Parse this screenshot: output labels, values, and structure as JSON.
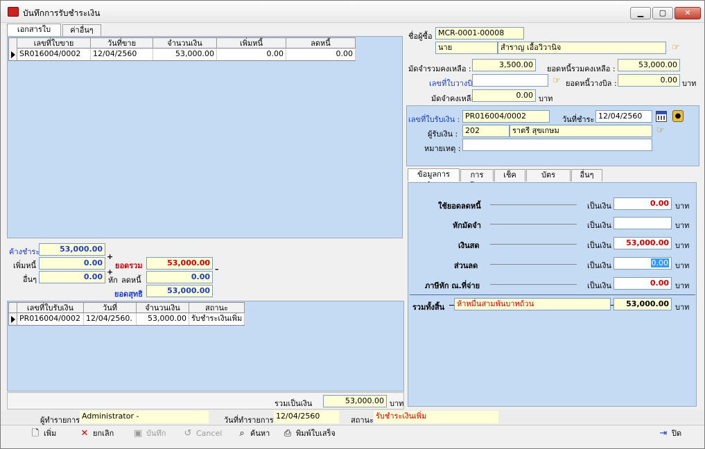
{
  "window": {
    "title": "บันทึกการรับชำระเงิน"
  },
  "left_tabs": [
    "เอกสารใบขาย",
    "ค่าอื่นๆ"
  ],
  "invoice_grid": {
    "columns": [
      "เลขที่ใบขาย",
      "วันที่ขาย",
      "จำนวนเงิน",
      "เพิ่มหนี้",
      "ลดหนี้"
    ],
    "rows": [
      [
        "SR016004/0002",
        "12/04/2560",
        "53,000.00",
        "0.00",
        "0.00"
      ]
    ]
  },
  "summary": {
    "outstanding_label": "ค้างชำระ",
    "outstanding_value": "53,000.00",
    "add_debt_label": "เพิ่มหนี้",
    "add_debt_value": "0.00",
    "other_label": "อื่นๆ",
    "other_value": "0.00",
    "plus1": "+",
    "plus2": "+",
    "minus": "–",
    "total_label": "ยอดรวม",
    "total_value": "53,000.00",
    "deduct_label": "หัก",
    "reduce_label": "ลดหนี้",
    "reduce_value": "0.00",
    "net_label": "ยอดสุทธิ",
    "net_value": "53,000.00"
  },
  "receipt_grid": {
    "columns": [
      "เลขที่ใบรับเงิน",
      "วันที่",
      "จำนวนเงิน",
      "สถานะ"
    ],
    "rows": [
      [
        "PR016004/0002",
        "12/04/2560.",
        "53,000.00",
        "รับชำระเงินเพิ่ม"
      ]
    ]
  },
  "grand_total": {
    "label": "รวมเป็นเงิน",
    "value": "53,000.00",
    "unit": "บาท"
  },
  "customer": {
    "id_label": "ชื่อผู้ซื้อ :",
    "id_value": "MCR-0001-00008",
    "title_value": "นาย",
    "name_value": "สำราญ เอื้อวิวานิจ",
    "deposit_label": "มัดจำรวมคงเหลือ :",
    "deposit_value": "3,500.00",
    "debt_label": "ยอดหนี้รวมคงเหลือ :",
    "debt_value": "53,000.00",
    "billing_label": "เลขที่ใบวางบิล :",
    "billing_value": "",
    "billing_debt_label": "ยอดหนี้วางบิล :",
    "billing_debt_value": "0.00",
    "billing_debt_unit": "บาท",
    "deposit_remain_label": "มัดจำคงเหลือ :",
    "deposit_remain_value": "0.00",
    "deposit_remain_unit": "บาท"
  },
  "receipt": {
    "no_label": "เลขที่ใบรับเงิน :",
    "no_value": "PR016004/0002",
    "date_label": "วันที่ชำระ :",
    "date_value": "12/04/2560",
    "receiver_label": "ผู้รับเงิน :",
    "receiver_code": "202",
    "receiver_name": "ราตรี สุขเกษม",
    "note_label": "หมายเหตุ :",
    "note_value": ""
  },
  "payment_tabs": [
    "ข้อมูลการชำระ",
    "การโอน",
    "เช็ค",
    "บัตรเครดิต",
    "อื่นๆ"
  ],
  "payment": {
    "rows": [
      {
        "label": "ใช้ยอดลดหนี้",
        "mid": "เป็นเงิน",
        "value": "0.00",
        "unit": "บาท"
      },
      {
        "label": "หักมัดจำ",
        "mid": "เป็นเงิน",
        "value": "",
        "unit": "บาท"
      },
      {
        "label": "เงินสด",
        "mid": "เป็นเงิน",
        "value": "53,000.00",
        "unit": "บาท"
      },
      {
        "label": "ส่วนลด",
        "mid": "เป็นเงิน",
        "value": "0.00",
        "unit": "บาท"
      },
      {
        "label": "ภาษีหัก ณ.ที่จ่าย",
        "mid": "เป็นเงิน",
        "value": "0.00",
        "unit": "บาท"
      }
    ],
    "total_label": "รวมทั้งสิ้น",
    "total_text": "ห้าหมื่นสามพันบาทถ้วน",
    "total_value": "53,000.00",
    "total_unit": "บาท"
  },
  "status_bar": {
    "user_label": "ผู้ทำรายการ",
    "user_value": "Administrator -",
    "date_label": "วันที่ทำรายการ",
    "date_value": "12/04/2560",
    "status_label": "สถานะ",
    "status_value": "รับชำระเงินเพิ่ม"
  },
  "toolbar": {
    "add": "เพิ่ม",
    "cancel_doc": "ยกเลิก",
    "save": "บันทึก",
    "cancel": "Cancel",
    "search": "ค้นหา",
    "print": "พิมพ์ใบเสร็จ",
    "close": "ปิด"
  },
  "colors": {
    "panel": "#c5daf3",
    "field": "#ffffd8",
    "red": "#d00000",
    "blue": "#1a3dc8"
  }
}
